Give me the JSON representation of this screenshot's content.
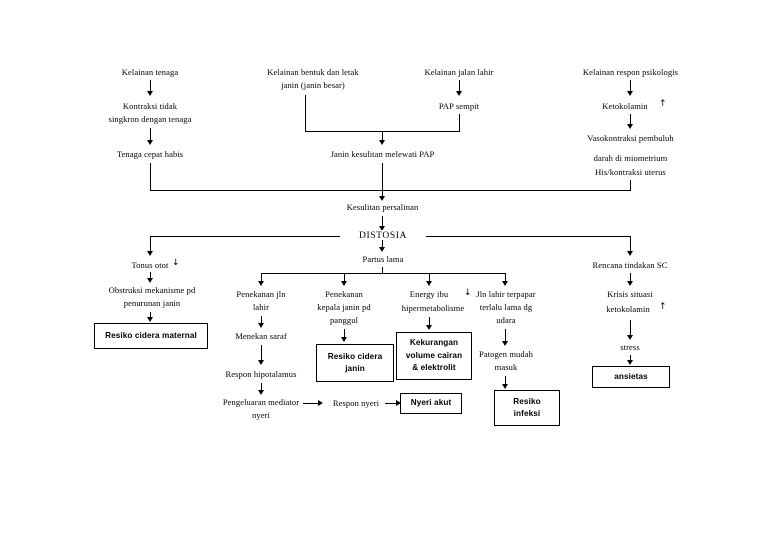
{
  "diagram": {
    "title": "DISTOSIA",
    "type": "clinical-pathophysiology-flowchart",
    "language": "id",
    "background_color": "#ffffff",
    "line_color": "#000000"
  },
  "nodes": {
    "kelainan_tenaga": "Kelainan tenaga",
    "kontraksi_tidak_singkron": "Kontraksi tidak\nsingkron dengan tenaga",
    "tenaga_cepat_habis": "Tenaga cepat habis",
    "kelainan_bentuk_letak_janin": "Kelainan bentuk dan letak\njanin (janin besar)",
    "kelainan_jalan_lahir": "Kelainan jalan lahir",
    "pap_sempit": "PAP sempit",
    "janin_kesulitan_pap": "Janin kesulitan melewati PAP",
    "kelainan_respon_psikologis": "Kelainan respon psikologis",
    "ketokolamin_naik": "Ketokolamin",
    "vasokontraksi": "Vasokontraksi pembuluh",
    "darah_miometrium": "darah di miometrium",
    "his_kontraksi_uterus": "His/kontraksi uterus",
    "kesulitan_persalinan": "Kesulitan persalinan",
    "distosia": "DISTOSIA",
    "partus_lama": "Partus lama",
    "tonus_otot": "Tonus otot",
    "obstruksi_mekanisme": "Obstruksi mekanisme pd\npenurunan janin",
    "penekanan_jln_lahir": "Penekanan jln\nlahir",
    "menekan_saraf": "Menekan saraf",
    "respon_hipotalamus": "Respon hipotalamus",
    "pengeluaran_mediator_nyeri": "Pengeluaran mediator\nnyeri",
    "respon_nyeri": "Respon nyeri",
    "penekanan_kepala_janin": "Penekanan\nkepala janin pd\npanggul",
    "energy_ibu": "Energy ibu",
    "hipermetabolisme": "hipermetabolisme",
    "jln_lahir_terpapar": "Jln lahir terpapar\nterlalu lama dg\nudara",
    "patogen_mudah_masuk": "Patogen mudah\nmasuk",
    "rencana_tindakan_sc": "Rencana tindakan SC",
    "krisis_situasi": "Krisis situasi",
    "ketokolamin_naik2": "ketokolamin",
    "stress": "stress"
  },
  "boxed_outcomes": {
    "resiko_cidera_maternal": "Resiko cidera maternal",
    "resiko_cidera_janin": "Resiko cidera\njanin",
    "nyeri_akut": "Nyeri akut",
    "kekurangan_volume_cairan": "Kekurangan\nvolume cairan\n& elektrolit",
    "resiko_infeksi": "Resiko\ninfeksi",
    "ansietas": "ansietas"
  },
  "symbols": {
    "up_arrow": "↑",
    "down_arrow": "↓"
  },
  "chart_data": {
    "type": "flowchart",
    "title": "DISTOSIA",
    "root_causes": [
      "Kelainan tenaga",
      "Kelainan bentuk dan letak janin (janin besar)",
      "Kelainan jalan lahir",
      "Kelainan respon psikologis"
    ],
    "edges": [
      {
        "from": "Kelainan tenaga",
        "to": "Kontraksi tidak singkron dengan tenaga"
      },
      {
        "from": "Kontraksi tidak singkron dengan tenaga",
        "to": "Tenaga cepat habis"
      },
      {
        "from": "Tenaga cepat habis",
        "to": "Kesulitan persalinan"
      },
      {
        "from": "Kelainan bentuk dan letak janin (janin besar)",
        "to": "Janin kesulitan melewati PAP"
      },
      {
        "from": "Kelainan jalan lahir",
        "to": "PAP sempit"
      },
      {
        "from": "PAP sempit",
        "to": "Janin kesulitan melewati PAP"
      },
      {
        "from": "Janin kesulitan melewati PAP",
        "to": "Kesulitan persalinan"
      },
      {
        "from": "Kelainan respon psikologis",
        "to": "Ketokolamin ↑"
      },
      {
        "from": "Ketokolamin ↑",
        "to": "Vasokontraksi pembuluh darah di miometrium His/kontraksi uterus"
      },
      {
        "from": "Vasokontraksi pembuluh darah di miometrium His/kontraksi uterus",
        "to": "Kesulitan persalinan"
      },
      {
        "from": "Kesulitan persalinan",
        "to": "DISTOSIA"
      },
      {
        "from": "DISTOSIA",
        "to": "Tonus otot ↓"
      },
      {
        "from": "DISTOSIA",
        "to": "Partus lama"
      },
      {
        "from": "DISTOSIA",
        "to": "Rencana tindakan SC"
      },
      {
        "from": "Tonus otot ↓",
        "to": "Obstruksi mekanisme pd penurunan janin"
      },
      {
        "from": "Obstruksi mekanisme pd penurunan janin",
        "to": "Resiko cidera maternal"
      },
      {
        "from": "Partus lama",
        "to": "Penekanan jln lahir"
      },
      {
        "from": "Partus lama",
        "to": "Penekanan kepala janin pd panggul"
      },
      {
        "from": "Partus lama",
        "to": "Energy ibu ↓ hipermetabolisme"
      },
      {
        "from": "Partus lama",
        "to": "Jln lahir terpapar terlalu lama dg udara"
      },
      {
        "from": "Penekanan jln lahir",
        "to": "Menekan saraf"
      },
      {
        "from": "Menekan saraf",
        "to": "Respon hipotalamus"
      },
      {
        "from": "Respon hipotalamus",
        "to": "Pengeluaran mediator nyeri"
      },
      {
        "from": "Pengeluaran mediator nyeri",
        "to": "Respon nyeri"
      },
      {
        "from": "Respon nyeri",
        "to": "Nyeri akut"
      },
      {
        "from": "Penekanan kepala janin pd panggul",
        "to": "Resiko cidera janin"
      },
      {
        "from": "Energy ibu ↓ hipermetabolisme",
        "to": "Kekurangan volume cairan & elektrolit"
      },
      {
        "from": "Jln lahir terpapar terlalu lama dg udara",
        "to": "Patogen mudah masuk"
      },
      {
        "from": "Patogen mudah masuk",
        "to": "Resiko infeksi"
      },
      {
        "from": "Rencana tindakan SC",
        "to": "Krisis situasi ketokolamin ↑"
      },
      {
        "from": "Krisis situasi ketokolamin ↑",
        "to": "stress"
      },
      {
        "from": "stress",
        "to": "ansietas"
      }
    ],
    "outcomes": [
      "Resiko cidera maternal",
      "Resiko cidera janin",
      "Nyeri akut",
      "Kekurangan volume cairan & elektrolit",
      "Resiko infeksi",
      "ansietas"
    ]
  }
}
